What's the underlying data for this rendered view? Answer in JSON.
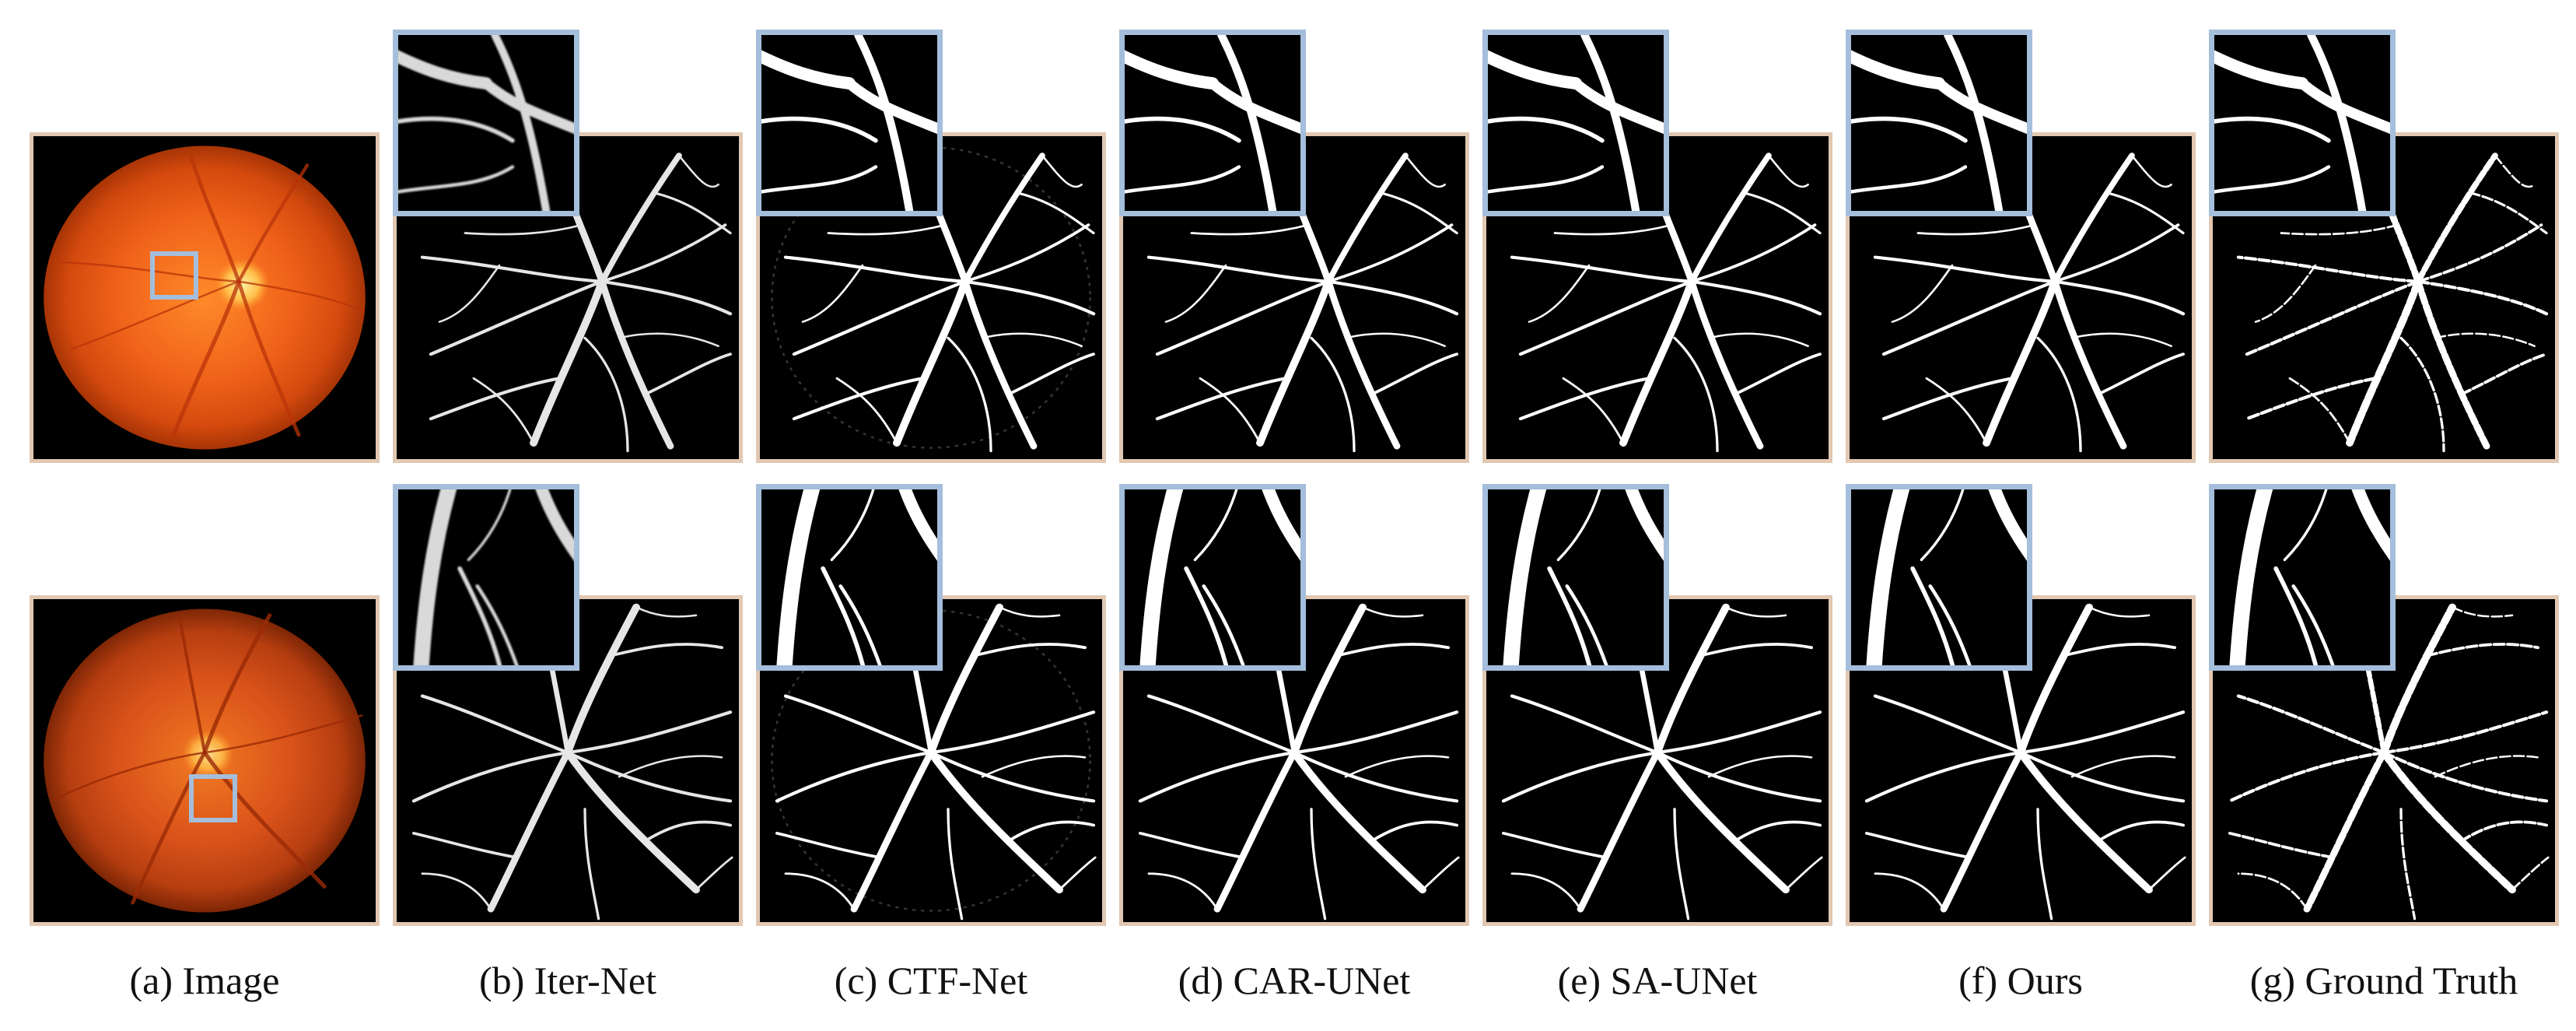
{
  "figure": {
    "captions": [
      "(a) Image",
      "(b) Iter-Net",
      "(c) CTF-Net",
      "(d) CAR-UNet",
      "(e) SA-UNet",
      "(f) Ours",
      "(g) Ground Truth"
    ],
    "rows": 2,
    "columns": 7,
    "colors": {
      "frame_border": "#e2c8b2",
      "zoom_border": "#a4bedb",
      "fundus": "#e85a10",
      "background": "#000000",
      "vessel": "#ffffff"
    }
  }
}
